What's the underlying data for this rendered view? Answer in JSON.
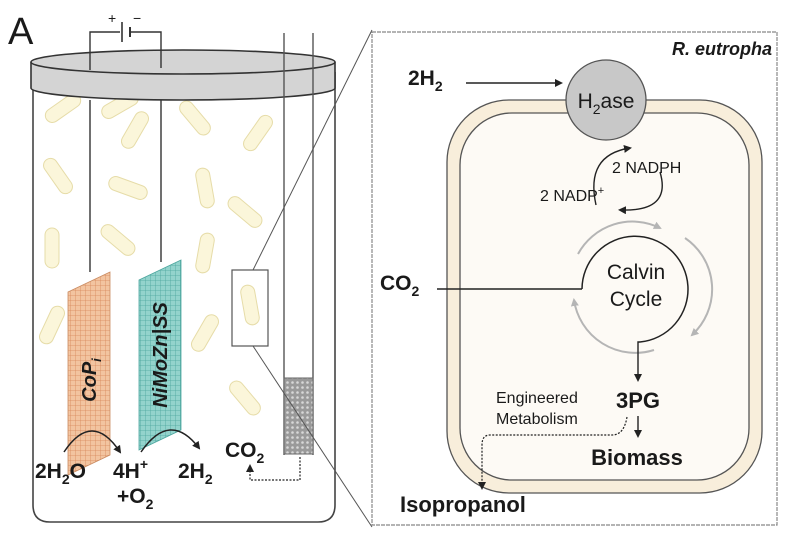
{
  "panel_label": "A",
  "battery": {
    "plus": "+",
    "minus": "−"
  },
  "left_panel": {
    "anode_label": {
      "main": "CoP",
      "sub": "i"
    },
    "cathode_label": "NiMoZn|SS",
    "reactions": {
      "water": {
        "pre": "2H",
        "sub": "2",
        "post": "O"
      },
      "protons": {
        "main": "4H",
        "sup": "+"
      },
      "oxygen": {
        "pre": "+O",
        "sub": "2"
      },
      "hydrogen": {
        "pre": "2H",
        "sub": "2"
      },
      "co2": {
        "pre": "CO",
        "sub": "2"
      }
    }
  },
  "right_panel": {
    "organism": "R. eutropha",
    "h2_input": {
      "pre": "2H",
      "sub": "2"
    },
    "enzyme": {
      "pre": "H",
      "sub": "2",
      "post": "ase"
    },
    "nadph": "2 NADPH",
    "nadp": {
      "main": "2 NADP",
      "sup": "+"
    },
    "co2_input": {
      "pre": "CO",
      "sub": "2"
    },
    "cycle": [
      "Calvin",
      "Cycle"
    ],
    "intermediate": "3PG",
    "engineered": [
      "Engineered",
      "Metabolism"
    ],
    "biomass": "Biomass",
    "product": "Isopropanol"
  },
  "colors": {
    "cell_fill": "#fdf9f0",
    "membrane": "#f8eedb",
    "bacteria": "#fbf6da",
    "bacteria_stroke": "#e6dca8",
    "anode": "#f2c4a0",
    "cathode": "#93d3cc",
    "lid": "#d4d4d4",
    "enzyme": "#c8c8c8",
    "outline": "#333333"
  }
}
